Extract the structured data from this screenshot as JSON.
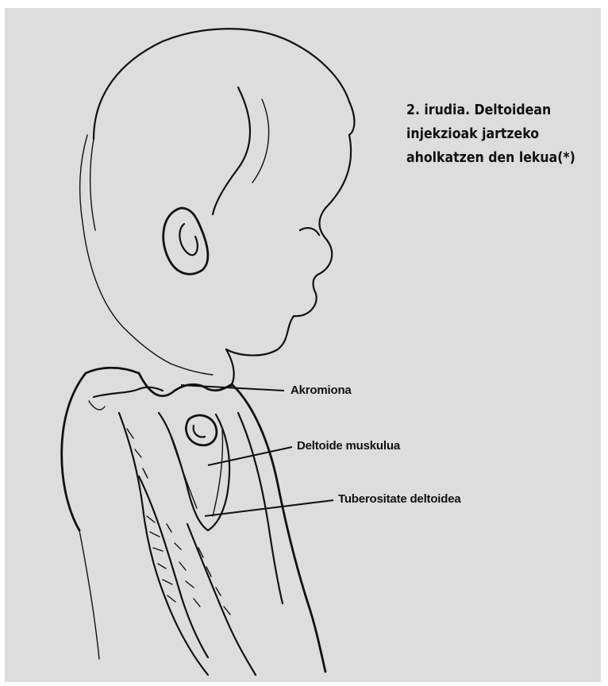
{
  "title_lines": [
    "2. irudia. Deltoidean",
    "injekzioak jartzeko",
    "aholkatzen den lekua(*)"
  ],
  "labels": {
    "akromiona": "Akromiona",
    "deltoide_muskulua": "Deltoide muskulua",
    "tuberositate_deltoidea": "Tuberositate deltoidea"
  },
  "colors": {
    "background": "#dddddd",
    "ink": "#111111"
  }
}
